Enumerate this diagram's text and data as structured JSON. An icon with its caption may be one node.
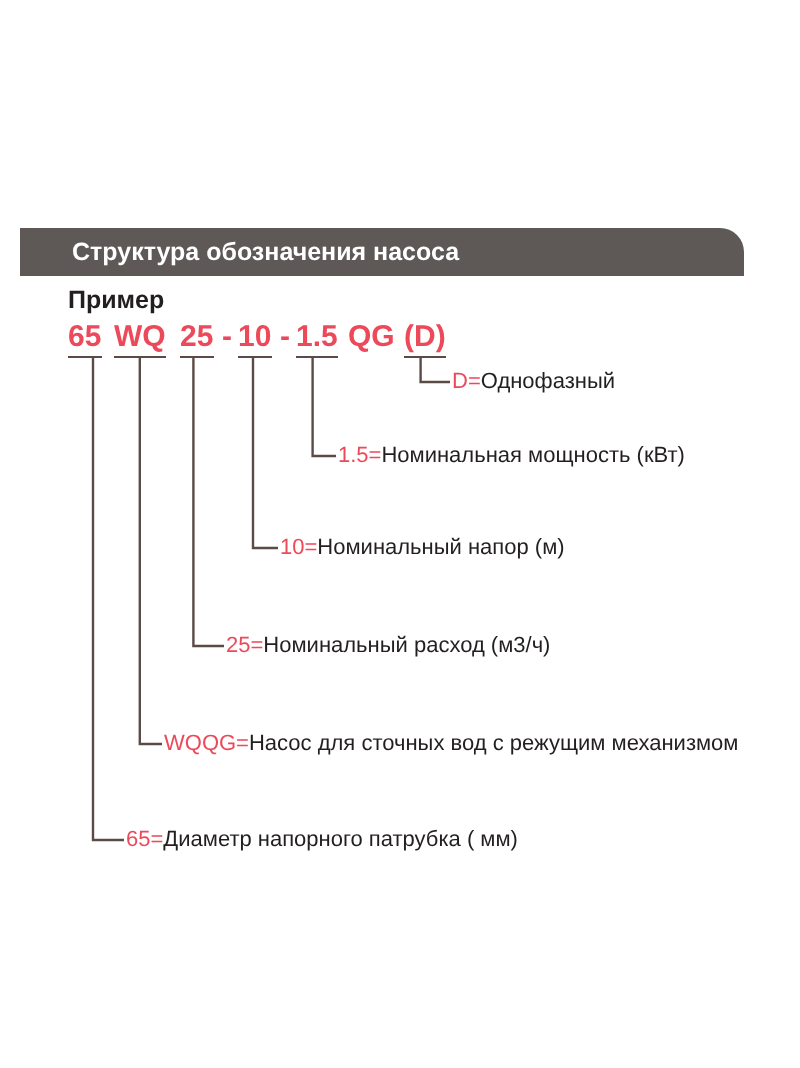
{
  "diagram": {
    "title": "Структура обозначения насоса",
    "nodes": [
      {
        "text": [
          "65"
        ]
      },
      {
        "text": [
          "WQ"
        ]
      },
      {
        "text": [
          "25"
        ]
      },
      {
        "text": [
          "10"
        ]
      },
      {
        "text": [
          "1.5"
        ]
      },
      {
        "text": [
          "(D)"
        ]
      },
      {
        "text": [
          "D=",
          "Однофазный"
        ]
      },
      {
        "text": [
          "1.5=",
          "Номинальная мощность (кВт)"
        ]
      },
      {
        "text": [
          "10=",
          "Номинальный напор (м)"
        ]
      },
      {
        "text": [
          "25=",
          "Номинальный расход (м3/ч)"
        ]
      },
      {
        "text": [
          "WQQG=",
          "Насос для сточных вод с режущим механизмом"
        ]
      },
      {
        "text": [
          "65=",
          "Диаметр напорного патрубка ( мм)"
        ]
      }
    ],
    "edges": [
      {
        "from": 5,
        "to": 6,
        "arrow": "none"
      },
      {
        "from": 4,
        "to": 7,
        "arrow": "none"
      },
      {
        "from": 3,
        "to": 8,
        "arrow": "none"
      },
      {
        "from": 2,
        "to": 9,
        "arrow": "none"
      },
      {
        "from": 1,
        "to": 10,
        "arrow": "none"
      },
      {
        "from": 0,
        "to": 11,
        "arrow": "none"
      }
    ],
    "labels": [
      "Пример",
      "-",
      "-",
      "QG"
    ]
  }
}
